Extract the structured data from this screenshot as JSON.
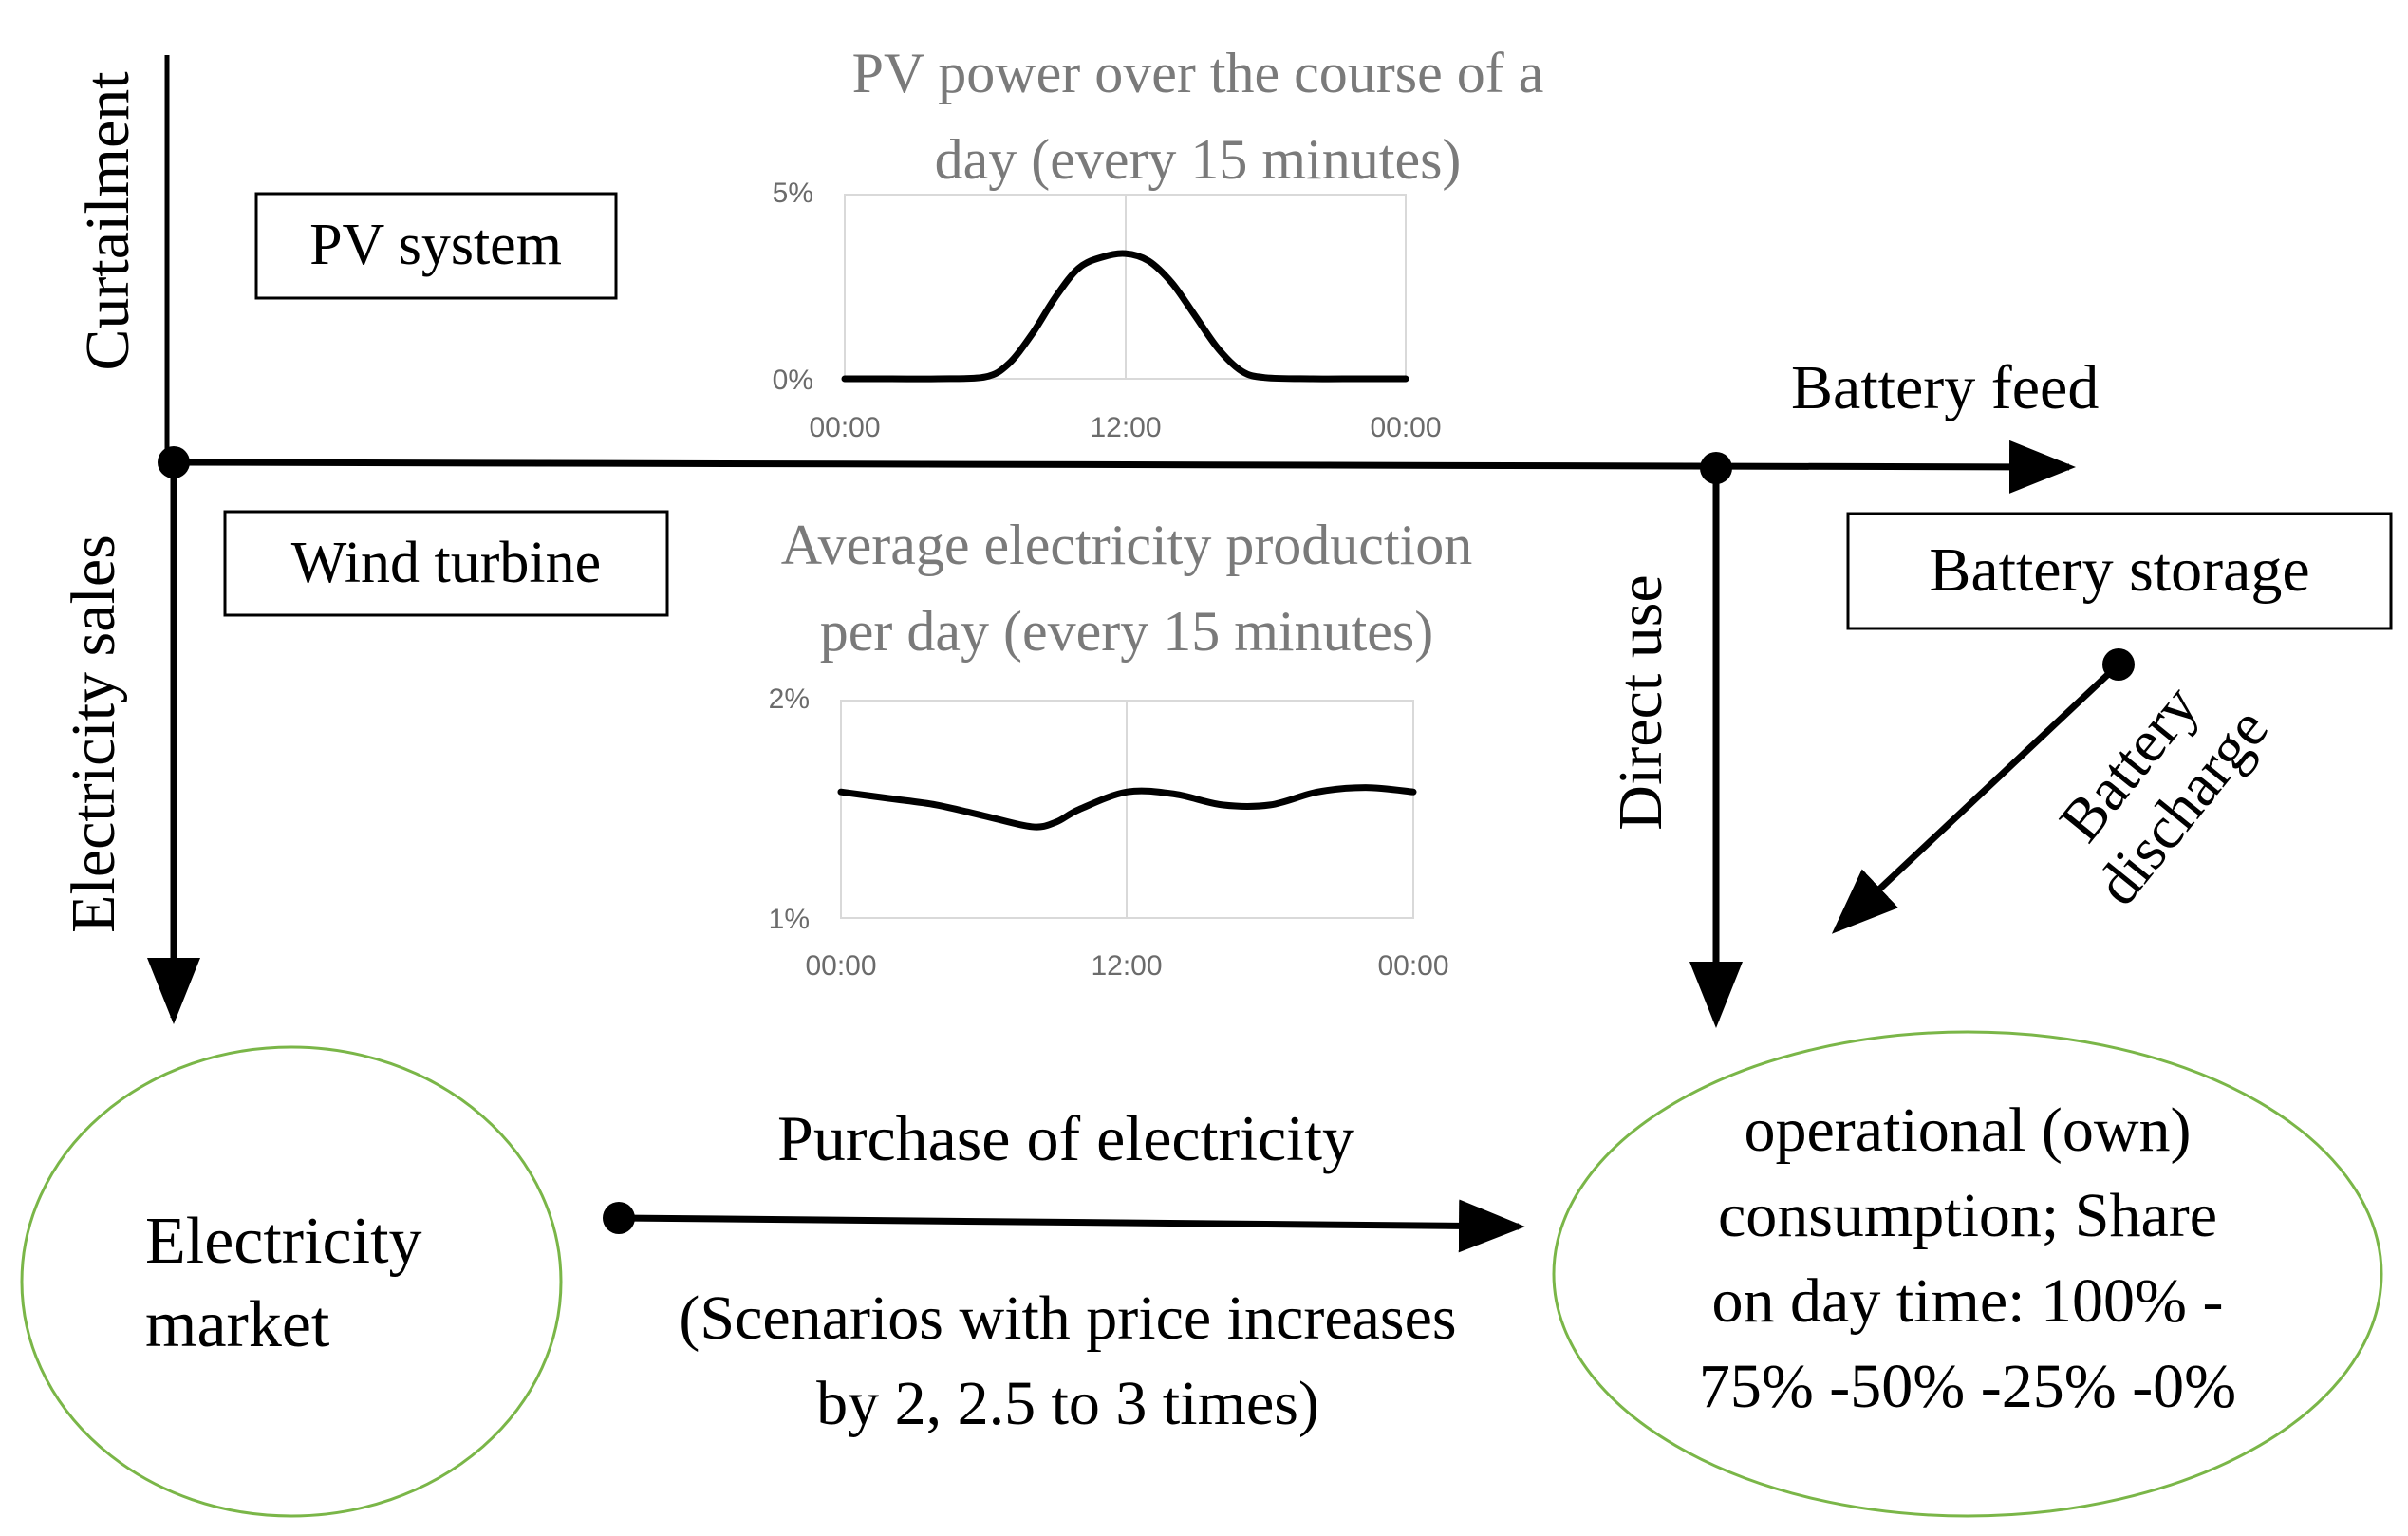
{
  "labels": {
    "curtailment": "Curtailment",
    "electricity_sales": "Electricity sales",
    "direct_use": "Direct use",
    "battery_feed": "Battery feed",
    "battery_discharge_line1": "Battery",
    "battery_discharge_line2": "discharge",
    "purchase": "Purchase of electricity",
    "scenarios_line1": "(Scenarios with price increases",
    "scenarios_line2": "by 2, 2.5 to 3 times)"
  },
  "boxes": {
    "pv_system": "PV system",
    "wind_turbine": "Wind turbine",
    "battery_storage": "Battery storage"
  },
  "nodes": {
    "electricity_market_line1": "Electricity",
    "electricity_market_line2": "market",
    "consumption_lines": [
      "operational (own)",
      "consumption; Share",
      "on day time: 100% -",
      "75% -50% -25% -0%"
    ]
  },
  "colors": {
    "ellipse_stroke": "#7ab648",
    "chart_title": "#7a7a7a",
    "axis_tick": "#6b6b6b",
    "chart_frame": "#d9d9d9"
  },
  "chart_data": [
    {
      "type": "line",
      "title_line1": "PV power over the course of a",
      "title_line2": "day (every 15 minutes)",
      "x_ticks": [
        "00:00",
        "12:00",
        "00:00"
      ],
      "y_ticks": [
        "0%",
        "5%"
      ],
      "ylim": [
        0,
        5
      ],
      "grid": "vertical line at 12:00",
      "series": [
        {
          "x": [
            0,
            2,
            4,
            6,
            7,
            8,
            9,
            10,
            11,
            12,
            13,
            14,
            15,
            16,
            17,
            18,
            20,
            22,
            24
          ],
          "y": [
            0,
            0,
            0,
            0.05,
            0.4,
            1.2,
            2.2,
            3.0,
            3.3,
            3.4,
            3.2,
            2.6,
            1.7,
            0.8,
            0.2,
            0.03,
            0,
            0,
            0
          ]
        }
      ]
    },
    {
      "type": "line",
      "title_line1": "Average electricity production",
      "title_line2": "per day (every 15 minutes)",
      "x_ticks": [
        "00:00",
        "12:00",
        "00:00"
      ],
      "y_ticks": [
        "1%",
        "2%"
      ],
      "ylim": [
        1,
        2
      ],
      "grid": "vertical line at 12:00",
      "series": [
        {
          "x": [
            0,
            2,
            4,
            6,
            8,
            9,
            10,
            12,
            14,
            16,
            18,
            20,
            22,
            24
          ],
          "y": [
            1.58,
            1.55,
            1.52,
            1.47,
            1.42,
            1.44,
            1.5,
            1.58,
            1.57,
            1.52,
            1.52,
            1.58,
            1.6,
            1.58
          ]
        }
      ]
    }
  ]
}
